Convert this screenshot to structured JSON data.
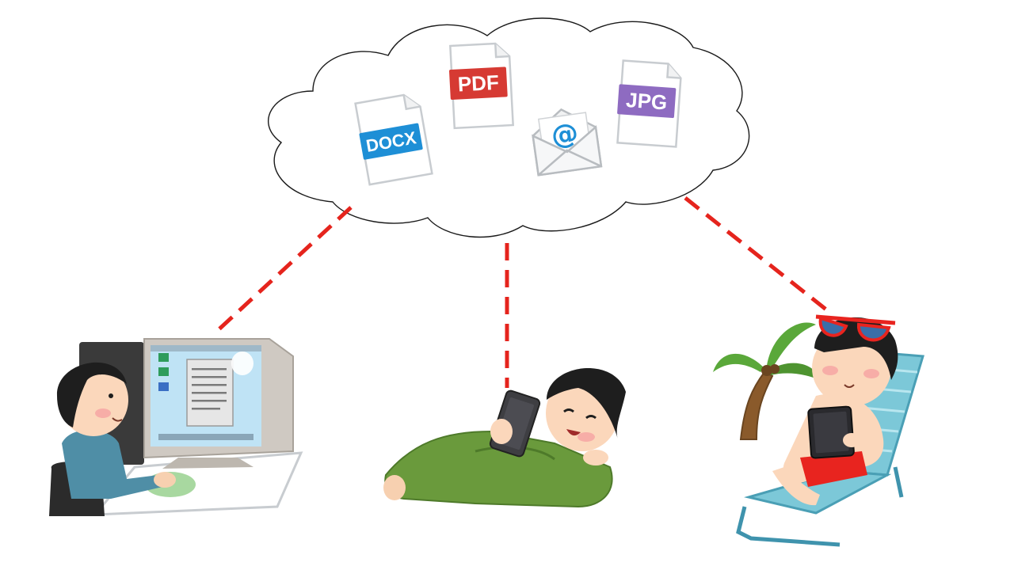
{
  "cloud": {
    "files": [
      {
        "name": "docx",
        "label": "DOCX",
        "color": "#1e8fd6"
      },
      {
        "name": "pdf",
        "label": "PDF",
        "color": "#d63a33"
      },
      {
        "name": "jpg",
        "label": "JPG",
        "color": "#8e6bc1"
      }
    ],
    "email": {
      "symbol": "@",
      "color": "#1e8fd6"
    }
  },
  "connectors": {
    "color": "#e5241d",
    "style": "dashed"
  },
  "people": [
    {
      "name": "desktop-worker",
      "device": "desktop-computer"
    },
    {
      "name": "lying-phone-user",
      "device": "smartphone"
    },
    {
      "name": "beach-tablet-user",
      "device": "tablet"
    }
  ]
}
